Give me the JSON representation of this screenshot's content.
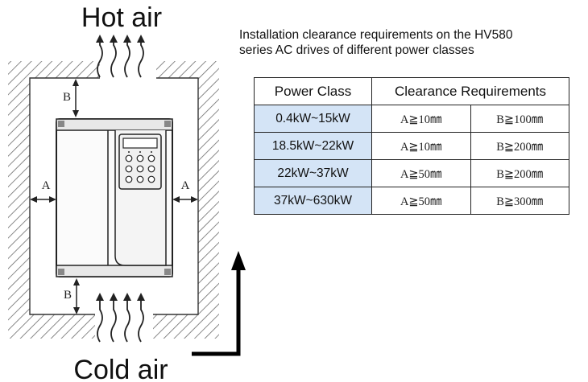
{
  "figure": {
    "top_label": "Hot air",
    "bottom_label": "Cold air",
    "gap_a": "A",
    "gap_b": "B"
  },
  "caption": {
    "line1": "Installation clearance requirements on the HV580",
    "line2": "series AC drives of different power classes"
  },
  "table": {
    "headers": [
      "Power Class",
      "Clearance Requirements"
    ],
    "rows": [
      {
        "power_class": "0.4kW~15kW",
        "a": "A≧10㎜",
        "b": "B≧100㎜"
      },
      {
        "power_class": "18.5kW~22kW",
        "a": "A≧10㎜",
        "b": "B≧200㎜"
      },
      {
        "power_class": "22kW~37kW",
        "a": "A≧50㎜",
        "b": "B≧200㎜"
      },
      {
        "power_class": "37kW~630kW",
        "a": "A≧50㎜",
        "b": "B≧300㎜"
      }
    ]
  }
}
